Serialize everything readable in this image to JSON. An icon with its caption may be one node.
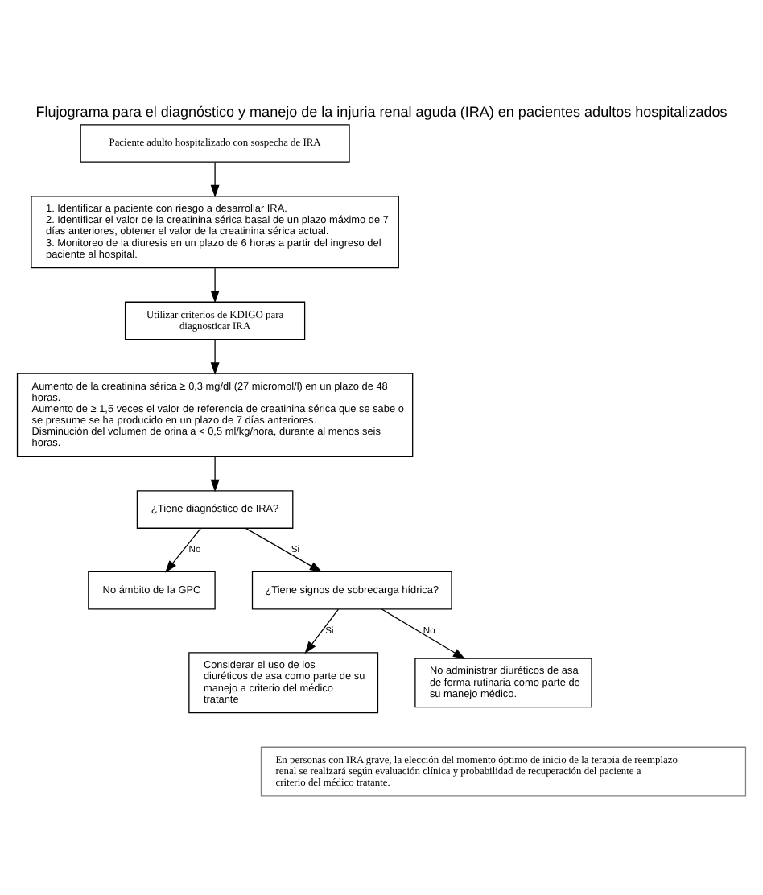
{
  "diagram": {
    "title": "Flujograma para el diagnóstico y manejo de la injuria renal aguda (IRA) en pacientes adultos hospitalizados",
    "nodes": [
      {
        "text": [
          "Paciente adulto hospitalizado con sospecha de IRA"
        ]
      },
      {
        "text": [
          "1. Identificar a paciente con riesgo a desarrollar IRA.",
          "2. Identificar el valor de la creatinina sérica basal de un plazo máximo de 7 días anteriores, obtener el valor de la creatinina sérica actual.",
          "3. Monitoreo de la diuresis en un plazo de 6 horas a partir del ingreso del paciente al hospital."
        ]
      },
      {
        "text": [
          "Utilizar criterios de KDIGO para diagnosticar IRA"
        ]
      },
      {
        "text": [
          "Aumento de la creatinina sérica ≥ 0,3 mg/dl (27 micromol/l) en un plazo de 48 horas.",
          "Aumento de ≥ 1,5 veces el valor de referencia de creatinina sérica que se sabe o se presume se ha producido en un plazo de 7 días anteriores.",
          "Disminución del volumen de orina a < 0,5 ml/kg/hora, durante al menos seis horas."
        ]
      },
      {
        "text": [
          "¿Tiene diagnóstico de IRA?"
        ]
      },
      {
        "text": [
          "No ámbito de la GPC"
        ]
      },
      {
        "text": [
          "¿Tiene signos de sobrecarga hídrica?"
        ]
      },
      {
        "text": [
          "Considerar el uso de los diuréticos de asa como parte de su manejo a criterio del médico tratante"
        ]
      },
      {
        "text": [
          "No administrar diuréticos de asa de forma rutinaria como parte de su manejo médico."
        ]
      },
      {
        "text": [
          "En personas con IRA grave, la elección del momento óptimo de inicio de la terapia de reemplazo renal se realizará según evaluación clínica y probabilidad de recuperación del paciente a criterio del médico tratante."
        ]
      }
    ],
    "edges": [
      {
        "from": 0,
        "to": 1,
        "arrow": "to"
      },
      {
        "from": 1,
        "to": 2,
        "arrow": "to"
      },
      {
        "from": 2,
        "to": 3,
        "arrow": "to"
      },
      {
        "from": 3,
        "to": 4,
        "arrow": "to"
      },
      {
        "from": 4,
        "to": 5,
        "arrow": "to",
        "label": "No"
      },
      {
        "from": 4,
        "to": 6,
        "arrow": "to",
        "label": "Si"
      },
      {
        "from": 6,
        "to": 7,
        "arrow": "to",
        "label": "Si"
      },
      {
        "from": 6,
        "to": 8,
        "arrow": "to",
        "label": "No"
      }
    ]
  }
}
